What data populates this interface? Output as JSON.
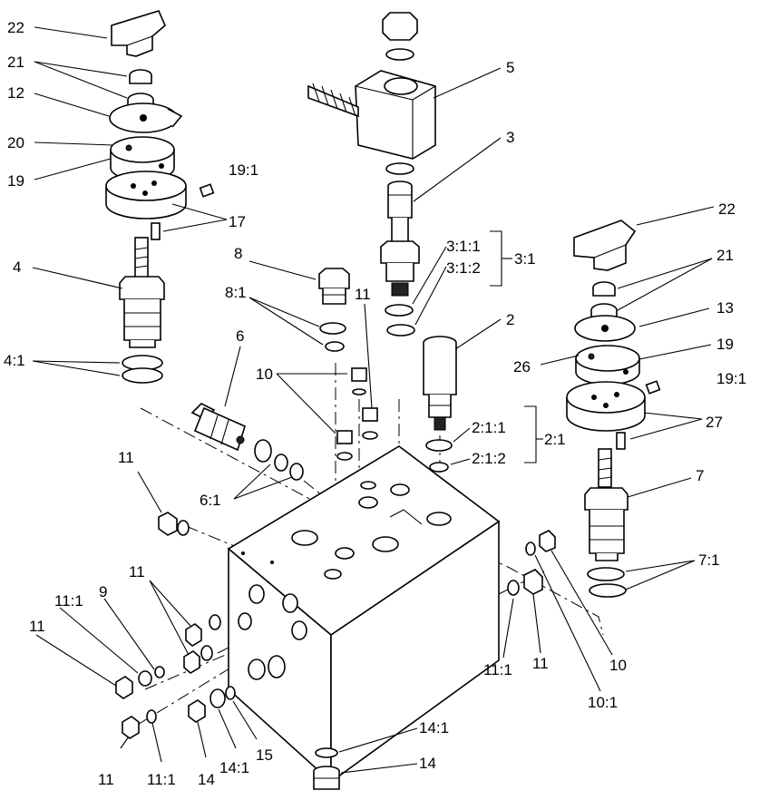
{
  "labels": [
    {
      "id": "l1",
      "text": "22"
    },
    {
      "id": "l2",
      "text": "21"
    },
    {
      "id": "l3",
      "text": "12"
    },
    {
      "id": "l4",
      "text": "20"
    },
    {
      "id": "l5",
      "text": "19"
    },
    {
      "id": "l6",
      "text": "19:1"
    },
    {
      "id": "l7",
      "text": "17"
    },
    {
      "id": "l8",
      "text": "4"
    },
    {
      "id": "l9",
      "text": "4:1"
    },
    {
      "id": "l10",
      "text": "5"
    },
    {
      "id": "l11",
      "text": "3"
    },
    {
      "id": "l12",
      "text": "3:1:1"
    },
    {
      "id": "l13",
      "text": "3:1:2"
    },
    {
      "id": "l14",
      "text": "3:1"
    },
    {
      "id": "l15",
      "text": "8"
    },
    {
      "id": "l16",
      "text": "8:1"
    },
    {
      "id": "l17",
      "text": "11"
    },
    {
      "id": "l18",
      "text": "2"
    },
    {
      "id": "l19",
      "text": "6"
    },
    {
      "id": "l20",
      "text": "10"
    },
    {
      "id": "l21",
      "text": "2:1:1"
    },
    {
      "id": "l22",
      "text": "2:1:2"
    },
    {
      "id": "l23",
      "text": "2:1"
    },
    {
      "id": "l24",
      "text": "11"
    },
    {
      "id": "l25",
      "text": "6:1"
    },
    {
      "id": "l26",
      "text": "22"
    },
    {
      "id": "l27",
      "text": "21"
    },
    {
      "id": "l28",
      "text": "13"
    },
    {
      "id": "l29",
      "text": "26"
    },
    {
      "id": "l30",
      "text": "19"
    },
    {
      "id": "l31",
      "text": "19:1"
    },
    {
      "id": "l32",
      "text": "27"
    },
    {
      "id": "l33",
      "text": "7"
    },
    {
      "id": "l34",
      "text": "7:1"
    },
    {
      "id": "l35",
      "text": "11"
    },
    {
      "id": "l36",
      "text": "11:1"
    },
    {
      "id": "l37",
      "text": "9"
    },
    {
      "id": "l38",
      "text": "11"
    },
    {
      "id": "l39",
      "text": "11:1"
    },
    {
      "id": "l40",
      "text": "11"
    },
    {
      "id": "l41",
      "text": "10"
    },
    {
      "id": "l42",
      "text": "10:1"
    },
    {
      "id": "l43",
      "text": "11"
    },
    {
      "id": "l44",
      "text": "11:1"
    },
    {
      "id": "l45",
      "text": "14"
    },
    {
      "id": "l46",
      "text": "14:1"
    },
    {
      "id": "l47",
      "text": "15"
    },
    {
      "id": "l48",
      "text": "14:1"
    },
    {
      "id": "l49",
      "text": "14"
    }
  ]
}
